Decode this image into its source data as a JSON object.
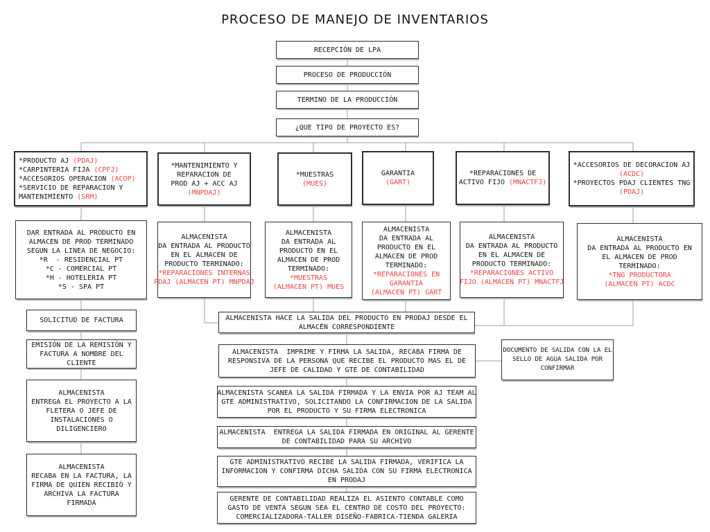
{
  "title": "PROCESO DE MANEJO DE INVENTARIOS",
  "colors": {
    "red": "#f04141",
    "line": "#9e9e9e",
    "border": "#2e2e2e"
  },
  "top_chain": [
    {
      "label": "RECEPCIÓN DE LPA"
    },
    {
      "label": "PROCESO DE PRODUCCIÓN"
    },
    {
      "label": "TERMINO DE LA PRODUCCIÓN"
    },
    {
      "label": "¿QUE TIPO DE PROYECTO ES?"
    }
  ],
  "branches": [
    {
      "name": "lineas-de-negocio",
      "type_box": {
        "lines": [
          [
            "*PRODUCTO AJ ",
            {
              "t": "(PDAJ)",
              "red": true
            }
          ],
          [
            "*CARPINTERIA FIJA ",
            {
              "t": "(CPFJ)",
              "red": true
            }
          ],
          [
            "*ACCESORIOS OPERACION ",
            {
              "t": "(ACOP)",
              "red": true
            }
          ],
          [
            "*SERVICIO DE REPARACION Y"
          ],
          [
            "MANTENIMIENTO ",
            {
              "t": "(SRM)",
              "red": true
            }
          ]
        ]
      },
      "entry_box": {
        "lines": [
          [
            "DAR ENTRADA AL PRODUCTO EN"
          ],
          [
            "ALMACEN DE PROD TERMINADO"
          ],
          [
            "SEGUN LA LINEA DE NEGOCIO:"
          ],
          [
            "*R  - RESIDENCIAL PT"
          ],
          [
            "*C - COMERCIAL PT"
          ],
          [
            "*H - HOTELERIA PT"
          ],
          [
            "*S - SPA PT"
          ]
        ]
      }
    },
    {
      "name": "mantenimiento-reparacion",
      "type_box": {
        "lines": [
          [
            "*MANTENIMIENTO Y"
          ],
          [
            "REPARACION DE"
          ],
          [
            "PROD AJ + ACC AJ"
          ],
          [
            {
              "t": "(MNPDAJ)",
              "red": true
            }
          ]
        ]
      },
      "entry_box": {
        "lines": [
          [
            "ALMACENISTA"
          ],
          [
            "DA ENTRADA AL PRODUCTO"
          ],
          [
            "EN EL ALMACEN DE"
          ],
          [
            "PRODUCTO TERMINADO:"
          ],
          [
            {
              "t": "*REPARACIONES INTERNAS",
              "red": true
            }
          ],
          [
            {
              "t": "PDAJ (ALMACEN PT) MNPDAJ",
              "red": true
            }
          ]
        ]
      }
    },
    {
      "name": "muestras",
      "type_box": {
        "lines": [
          [
            "*MUESTRAS"
          ],
          [
            {
              "t": "(MUES)",
              "red": true
            }
          ]
        ]
      },
      "entry_box": {
        "lines": [
          [
            "ALMACENISTA"
          ],
          [
            "DA ENTRADA AL"
          ],
          [
            "PRODUCTO EN EL"
          ],
          [
            "ALMACEN DE PROD"
          ],
          [
            "TERMINADO:"
          ],
          [
            {
              "t": "*MUESTRAS",
              "red": true
            }
          ],
          [
            {
              "t": "(ALMACEN PT) MUES",
              "red": true
            }
          ]
        ]
      }
    },
    {
      "name": "garantia",
      "type_box": {
        "lines": [
          [
            "GARANTIA"
          ],
          [
            {
              "t": "(GART)",
              "red": true
            }
          ]
        ]
      },
      "entry_box": {
        "lines": [
          [
            "ALMACENISTA"
          ],
          [
            "DA ENTRADA AL"
          ],
          [
            "PRODUCTO EN EL"
          ],
          [
            "ALMACEN DE PROD"
          ],
          [
            "TERMINADO:"
          ],
          [
            {
              "t": "*REPARACIONES EN",
              "red": true
            }
          ],
          [
            {
              "t": "GARANTIA",
              "red": true
            }
          ],
          [
            {
              "t": "(ALMACEN PT) GART",
              "red": true
            }
          ]
        ]
      }
    },
    {
      "name": "reparaciones-activo-fijo",
      "type_box": {
        "lines": [
          [
            "*REPARACIONES DE"
          ],
          [
            "ACTIVO FIJO ",
            {
              "t": "(MNACTFJ)",
              "red": true
            }
          ]
        ]
      },
      "entry_box": {
        "lines": [
          [
            "ALMACENISTA"
          ],
          [
            "DA ENTRADA AL PRODUCTO"
          ],
          [
            "EN EL ALMACEN DE"
          ],
          [
            "PRODUCTO TERMINADO:"
          ],
          [
            {
              "t": "*REPARACIONES ACTIVO",
              "red": true
            }
          ],
          [
            {
              "t": "FIJO (ALMACEN PT) MNACTFJ",
              "red": true
            }
          ]
        ]
      }
    },
    {
      "name": "accesorios-decoracion",
      "type_box": {
        "lines": [
          [
            "*ACCESORIOS DE DECORACION AJ"
          ],
          [
            {
              "t": "(ACDC)",
              "red": true
            }
          ],
          [
            "*PROYECTOS PDAJ CLIENTES TNG"
          ],
          [
            {
              "t": "(PDAJ)",
              "red": true
            }
          ]
        ]
      },
      "entry_box": {
        "lines": [
          [
            "ALMACENISTA"
          ],
          [
            "DA ENTRADA AL PRODUCTO EN"
          ],
          [
            "EL ALMACEN DE PROD"
          ],
          [
            "TERMINADO:"
          ],
          [
            {
              "t": "*TNG PRODUCTORA",
              "red": true
            }
          ],
          [
            {
              "t": "(ALMACEN PT) ACDC",
              "red": true
            }
          ]
        ]
      }
    }
  ],
  "left_chain": [
    {
      "lines": [
        [
          "SOLICITUD DE FACTURA"
        ]
      ]
    },
    {
      "lines": [
        [
          "EMISIÓN DE LA REMISIÓN Y"
        ],
        [
          "FACTURA A NOMBRE DEL"
        ],
        [
          "CLIENTE"
        ]
      ]
    },
    {
      "lines": [
        [
          "ALMACENISTA"
        ],
        [
          "ENTREGA EL PROYECTO A LA"
        ],
        [
          "FLETERA O JEFE DE"
        ],
        [
          "INSTALACIONES O"
        ],
        [
          "DILIGENCIERO"
        ]
      ]
    },
    {
      "lines": [
        [
          "ALMACENISTA"
        ],
        [
          "RECABA EN LA FACTURA, LA"
        ],
        [
          "FIRMA DE QUIEN RECIBIÓ Y"
        ],
        [
          "ARCHIVA LA FACTURA"
        ],
        [
          "FIRMADA"
        ]
      ]
    }
  ],
  "central_chain": [
    {
      "lines": [
        [
          "ALMACENISTA HACE LA SALIDA DEL PRODUCTO EN PRODAJ DESDE EL"
        ],
        [
          "ALMACÉN CORRESPONDIENTE"
        ]
      ]
    },
    {
      "lines": [
        [
          "ALMACENISTA  IMPRIME Y FIRMA LA SALIDA, RECABA FIRMA DE"
        ],
        [
          "RESPONSIVA DE LA PERSONA QUE RECIBE EL PRODUCTO MAS EL DE"
        ],
        [
          "JEFE DE CALIDAD Y GTE DE CONTABILIDAD"
        ]
      ]
    },
    {
      "lines": [
        [
          "ALMACENISTA SCANEA LA SALIDA FIRMADA Y LA ENVIA POR AJ TEAM AL"
        ],
        [
          "GTE ADMINISTRATIVO, SOLICITANDO LA CONFIRMACION DE LA SALIDA"
        ],
        [
          "POR EL PRODUCTO Y SU FIRMA ELECTRONICA"
        ]
      ]
    },
    {
      "lines": [
        [
          "ALMACENISTA  ENTREGA LA SALIDA FIRMADA EN ORIGINAL AL GERENTE"
        ],
        [
          "DE CONTABILIDAD PARA SU ARCHIVO"
        ]
      ]
    },
    {
      "lines": [
        [
          "GTE ADMINISTRATIVO RECIBE LA SALIDA FIRMADA, VERIFICA LA"
        ],
        [
          "INFORMACION Y CONFIRMA DICHA SALIDA CON SU FIRMA ELECTRONICA"
        ],
        [
          "EN PRODAJ"
        ]
      ]
    },
    {
      "lines": [
        [
          "GERENTE DE CONTABILIDAD REALIZA EL ASIENTO CONTABLE COMO"
        ],
        [
          "GASTO DE VENTA SEGUN SEA EL CENTRO DE COSTO DEL PROYECTO:"
        ],
        [
          "COMERCIALIZADORA-TALLER DISEÑO-FABRICA-TIENDA GALERIA"
        ]
      ]
    }
  ],
  "side_note": {
    "lines": [
      [
        "DOCUMENTO DE SALIDA CON LA EL"
      ],
      [
        "SELLO DE AGUA SALIDA POR"
      ],
      [
        "CONFIRMAR"
      ]
    ]
  }
}
